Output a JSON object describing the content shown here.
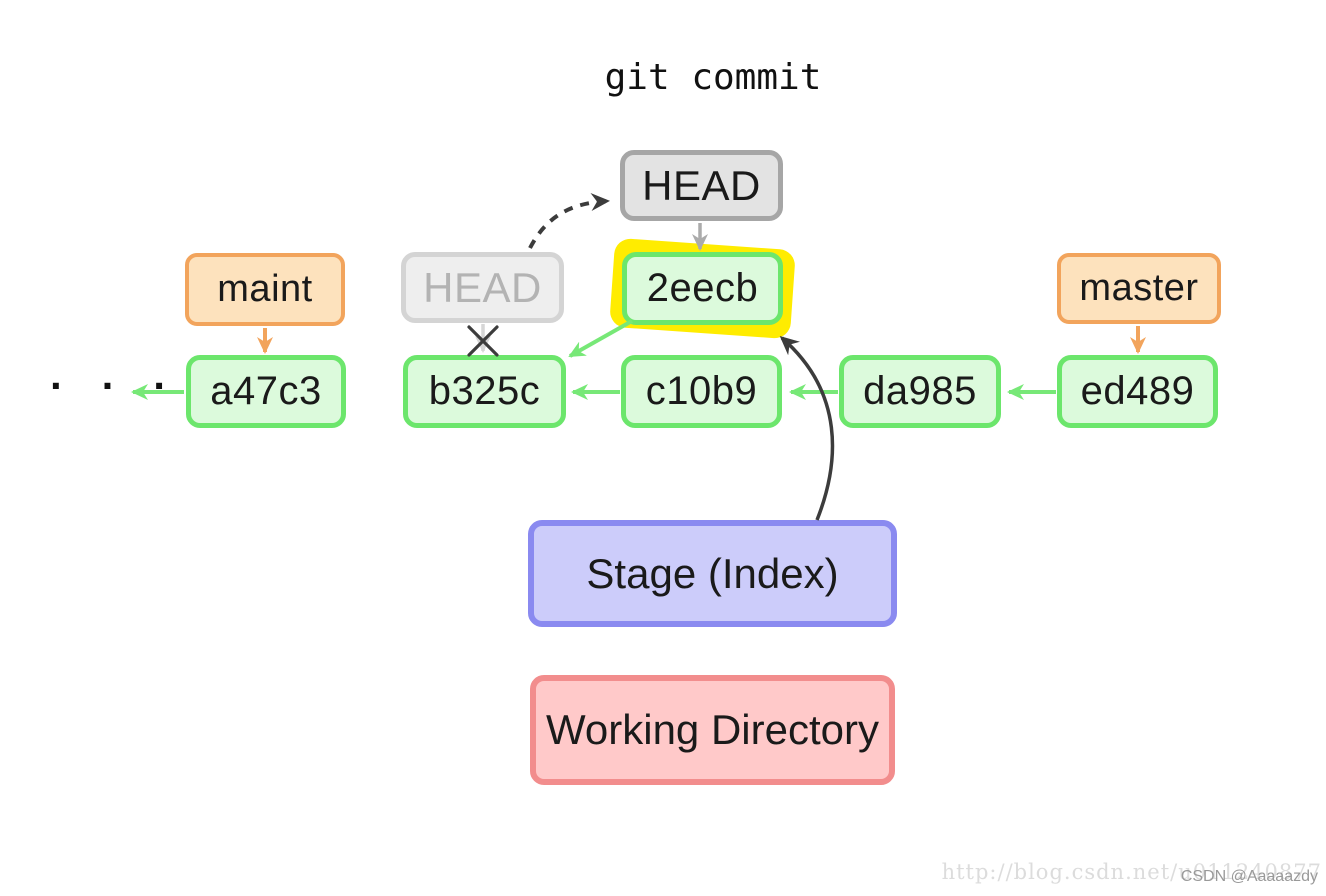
{
  "title": "git commit",
  "nodes": {
    "head_top": "HEAD",
    "head_old": "HEAD",
    "new_commit": "2eecb",
    "branch_maint": "maint",
    "branch_master": "master",
    "commit_a": "a47c3",
    "commit_b": "b325c",
    "commit_c": "c10b9",
    "commit_d": "da985",
    "commit_e": "ed489"
  },
  "areas": {
    "stage": "Stage (Index)",
    "working_directory": "Working Directory"
  },
  "ellipsis": "· · ·",
  "watermark": {
    "url": "http://blog.csdn.net/u011240877",
    "handle": "CSDN @Aaaaazdy"
  },
  "colors": {
    "commit_border": "#6ce66c",
    "commit_fill": "#dcfadc",
    "branch_border": "#f2a45c",
    "branch_fill": "#fde2bd",
    "head_border": "#a6a6a6",
    "head_fill": "#e3e3e3",
    "head_old_border": "#d4d4d4",
    "head_old_fill": "#eeeeee",
    "head_old_text": "#b3b3b3",
    "highlight_yellow": "#ffec00",
    "stage_border": "#8a8af0",
    "stage_fill": "#ccccfa",
    "working_border": "#f28d8d",
    "working_fill": "#ffc9c9",
    "arrow_dark": "#3c3c3c",
    "arrow_green": "#77e877",
    "arrow_orange": "#f2a45c",
    "arrow_gray": "#ababab",
    "arrow_crossed": "#d6d6d6"
  }
}
